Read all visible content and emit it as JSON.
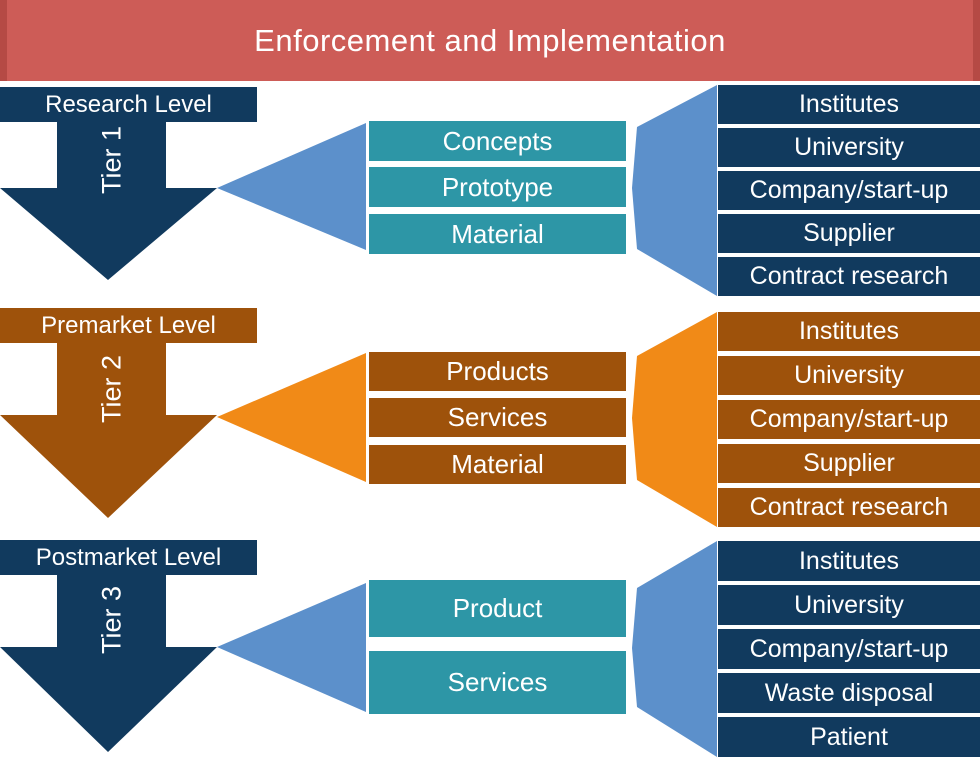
{
  "banner": {
    "title": "Enforcement and Implementation"
  },
  "colors": {
    "banner_bg": "#cd5c57",
    "banner_edge": "#b54a45",
    "navy": "#113a5e",
    "teal": "#2d96a6",
    "light_blue": "#5c90cb",
    "brown": "#9e520b",
    "orange": "#f18a17",
    "text": "#ffffff",
    "background": "#ffffff"
  },
  "tiers": [
    {
      "level_label": "Research Level",
      "tier_label": "Tier 1",
      "items": [
        "Concepts",
        "Prototype",
        "Material"
      ],
      "stakeholders": [
        "Institutes",
        "University",
        "Company/start-up",
        "Supplier",
        "Contract research"
      ]
    },
    {
      "level_label": "Premarket Level",
      "tier_label": "Tier 2",
      "items": [
        "Products",
        "Services",
        "Material"
      ],
      "stakeholders": [
        "Institutes",
        "University",
        "Company/start-up",
        "Supplier",
        "Contract research"
      ]
    },
    {
      "level_label": "Postmarket Level",
      "tier_label": "Tier 3",
      "items": [
        "Product",
        "Services"
      ],
      "stakeholders": [
        "Institutes",
        "University",
        "Company/start-up",
        "Waste disposal",
        "Patient"
      ]
    }
  ]
}
